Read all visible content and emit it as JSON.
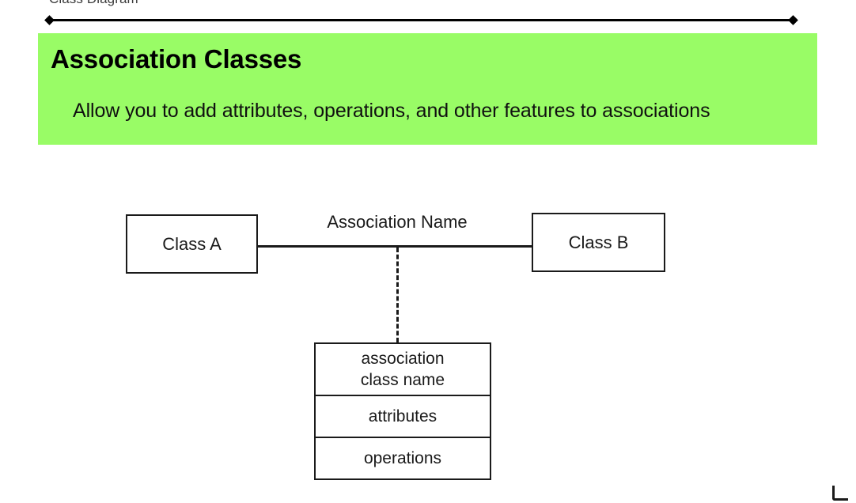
{
  "slide": {
    "header_label": "Class Diagram",
    "banner": {
      "title": "Association Classes",
      "subtitle": "Allow you to add attributes, operations, and other features to associations",
      "background_color": "#99FC66"
    }
  },
  "diagram": {
    "type": "uml-class-diagram",
    "class_a": {
      "name": "Class A"
    },
    "class_b": {
      "name": "Class B"
    },
    "association": {
      "name": "Association Name"
    },
    "association_class": {
      "name_line_1": "association",
      "name_line_2": "class name",
      "attributes": "attributes",
      "operations": "operations"
    }
  },
  "colors": {
    "banner_green": "#99FC66",
    "stroke": "#1A1A1A",
    "text": "#1A1A1A",
    "header_text": "#3C3C3C",
    "page_background": "#FFFFFF"
  }
}
